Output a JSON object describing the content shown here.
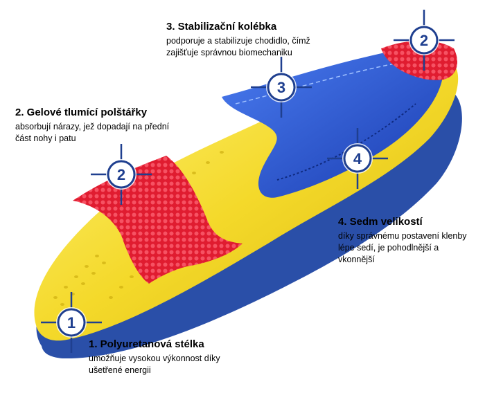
{
  "colors": {
    "outsole_blue": "#2a4fa8",
    "insole_yellow": "#f4d92a",
    "gel_red": "#e8283c",
    "cradle_blue": "#1f4bd0",
    "marker_blue": "#1f3f8f"
  },
  "callouts": [
    {
      "number": "1",
      "title": "1. Polyuretanová stélka",
      "description": "umožňuje vysokou výkonnost díky ušetřené energii"
    },
    {
      "number": "2",
      "title": "2. Gelové tlumící polštářky",
      "description": "absorbují nárazy, jež dopadají na přední část nohy i patu"
    },
    {
      "number": "3",
      "title": "3. Stabilizační kolébka",
      "description": "podporuje a stabilizuje chodidlo, čímž zajišťuje správnou biomechaniku"
    },
    {
      "number": "4",
      "title": "4. Sedm velikostí",
      "description": "díky správnému postavení klenby lépe sedí, je pohodlnější a vkonnější"
    }
  ],
  "markers": [
    {
      "number": "1",
      "icon": "crosshair-icon"
    },
    {
      "number": "2",
      "icon": "crosshair-icon"
    },
    {
      "number": "2",
      "icon": "crosshair-icon"
    },
    {
      "number": "3",
      "icon": "crosshair-icon"
    },
    {
      "number": "4",
      "icon": "crosshair-icon"
    }
  ]
}
